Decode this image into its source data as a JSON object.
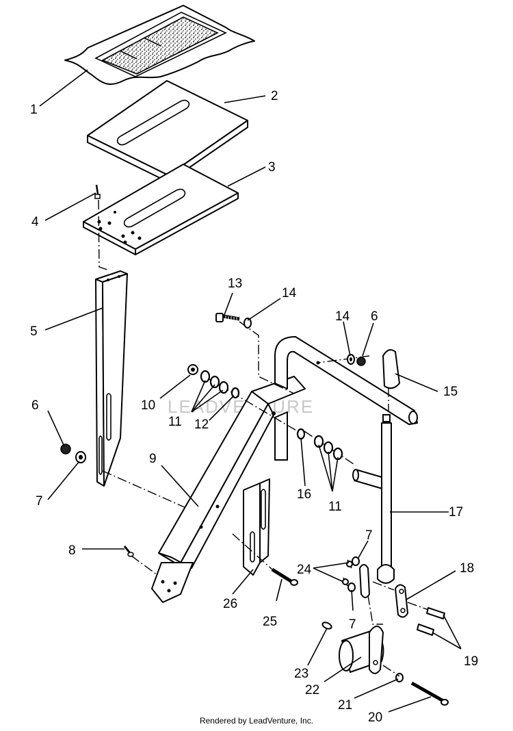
{
  "watermark": "LEADVENTURE",
  "footer": "Rendered by LeadVenture, Inc.",
  "callouts": [
    "1",
    "2",
    "3",
    "4",
    "5",
    "6",
    "7",
    "8",
    "9",
    "10",
    "11",
    "12",
    "13",
    "14",
    "14",
    "6",
    "15",
    "11",
    "16",
    "17",
    "7",
    "24",
    "18",
    "7",
    "26",
    "25",
    "19",
    "23",
    "22",
    "21",
    "20"
  ]
}
